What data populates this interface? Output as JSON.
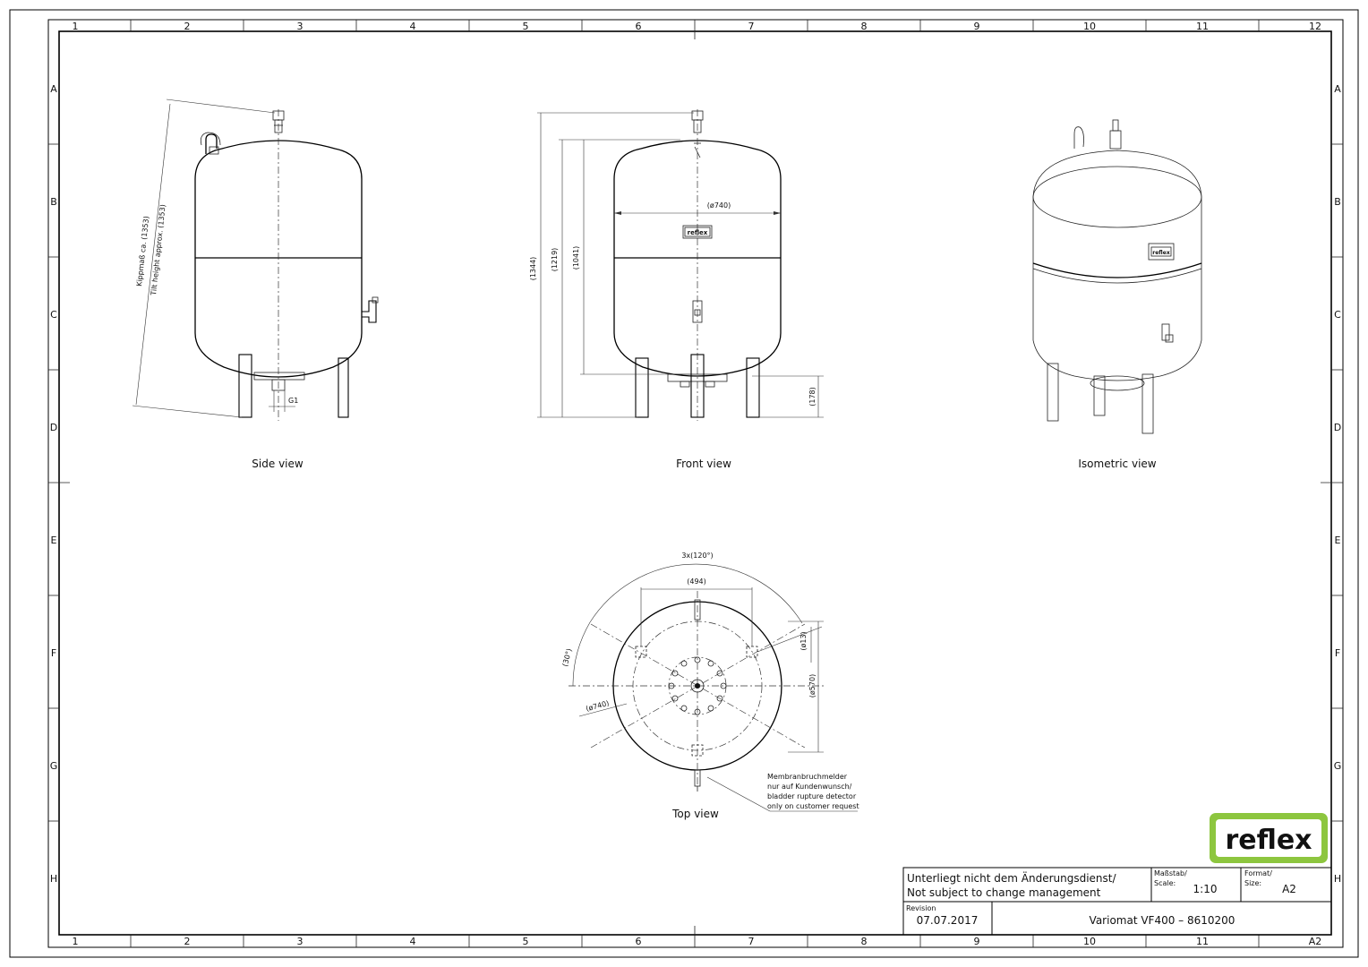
{
  "sheet": {
    "columns": [
      "1",
      "2",
      "3",
      "4",
      "5",
      "6",
      "7",
      "8",
      "9",
      "10",
      "11",
      "12"
    ],
    "rows": [
      "A",
      "B",
      "C",
      "D",
      "E",
      "F",
      "G",
      "H"
    ],
    "bottom_right_label": "A2"
  },
  "views": {
    "side": {
      "caption": "Side view",
      "tilt_de": "Kippmaß ca. (1353)",
      "tilt_en": "Tilt height approx. (1353)",
      "conn": "G1"
    },
    "front": {
      "caption": "Front view",
      "dim_total": "(1344)",
      "dim_mid": "(1219)",
      "dim_low": "(1041)",
      "dim_diam": "(ø740)",
      "dim_legs": "(178)",
      "plate": "reflex"
    },
    "iso": {
      "caption": "Isometric view",
      "plate": "reflex"
    },
    "top": {
      "caption": "Top view",
      "angle": "3x(120°)",
      "dist": "(494)",
      "angle30": "(30°)",
      "diam": "(ø740)",
      "hole": "(ø13)",
      "pcd": "(ø570)",
      "note_line1": "Membranbruchmelder",
      "note_line2": "nur auf Kundenwunsch/",
      "note_line3": "bladder rupture detector",
      "note_line4": "only on customer request"
    }
  },
  "logo": {
    "text": "reflex",
    "color": "#8dc63f"
  },
  "title_block": {
    "change_de": "Unterliegt nicht dem Änderungsdienst/",
    "change_en": "Not subject to change management",
    "scale_label1": "Maßstab/",
    "scale_label2": "Scale:",
    "scale_value": "1:10",
    "format_label1": "Format/",
    "format_label2": "Size:",
    "format_value": "A2",
    "revision_label": "Revision",
    "revision_date": "07.07.2017",
    "product": "Variomat VF400 – 8610200"
  }
}
